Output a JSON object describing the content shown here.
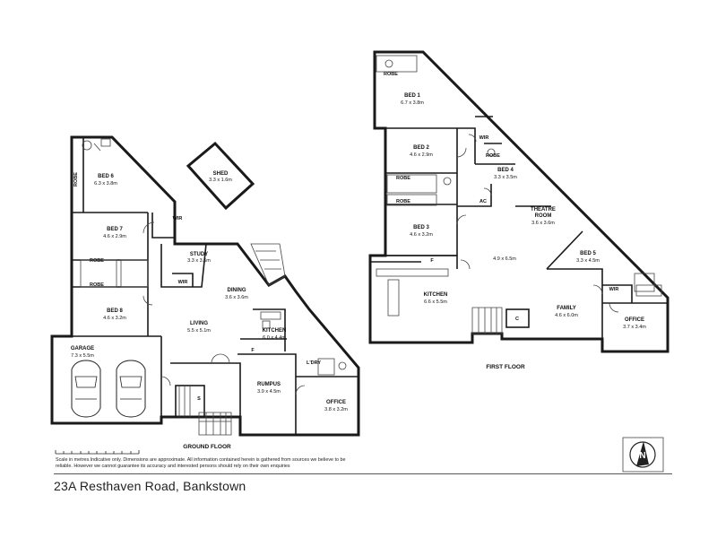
{
  "floors": {
    "ground": "GROUND FLOOR",
    "first": "FIRST FLOOR"
  },
  "rooms": {
    "bed6": {
      "name": "BED 6",
      "dim": "6.3 x 3.8m"
    },
    "shed": {
      "name": "SHED",
      "dim": "3.3 x 1.6m"
    },
    "bed7": {
      "name": "BED 7",
      "dim": "4.6 x 2.9m"
    },
    "study": {
      "name": "STUDY",
      "dim": "3.3 x 3.5m"
    },
    "dining": {
      "name": "DINING",
      "dim": "3.6 x 3.6m"
    },
    "bed8": {
      "name": "BED 8",
      "dim": "4.6 x 3.2m"
    },
    "living": {
      "name": "LIVING",
      "dim": "5.5 x 5.1m"
    },
    "kitchen_g": {
      "name": "KITCHEN",
      "dim": "6.0 x 4.4m"
    },
    "garage": {
      "name": "GARAGE",
      "dim": "7.3 x 5.5m"
    },
    "rumpus": {
      "name": "RUMPUS",
      "dim": "3.9 x 4.5m"
    },
    "office_g": {
      "name": "OFFICE",
      "dim": "3.8 x 3.2m"
    },
    "bed1": {
      "name": "BED 1",
      "dim": "6.7 x 3.8m"
    },
    "bed2": {
      "name": "BED 2",
      "dim": "4.6 x 2.9m"
    },
    "bed4": {
      "name": "BED 4",
      "dim": "3.3 x 3.5m"
    },
    "theatre": {
      "name": "THEATRE",
      "name2": "ROOM",
      "dim": "3.6 x 3.6m"
    },
    "bed3": {
      "name": "BED 3",
      "dim": "4.6 x 3.2m"
    },
    "hall": {
      "dim": "4.9 x 6.5m"
    },
    "bed5": {
      "name": "BED 5",
      "dim": "3.3 x 4.5m"
    },
    "kitchen_f": {
      "name": "KITCHEN",
      "dim": "6.6 x 5.5m"
    },
    "family": {
      "name": "FAMILY",
      "dim": "4.6 x 6.0m"
    },
    "office_f": {
      "name": "OFFICE",
      "dim": "3.7 x 3.4m"
    }
  },
  "tags": {
    "robe": "ROBE",
    "wir": "WIR",
    "ldry": "L'DRY",
    "f": "F",
    "s": "S",
    "c": "C",
    "ac": "AC"
  },
  "compass": {
    "letter": "N"
  },
  "disclaimer": "Scale in metres.Indicative only. Dimensions are approximate. All information contained herein is gathered from sources we believe to be reliable. However we cannot guarantee its accuracy and interested persons should rely on their own enquiries",
  "address": "23A Resthaven Road, Bankstown"
}
